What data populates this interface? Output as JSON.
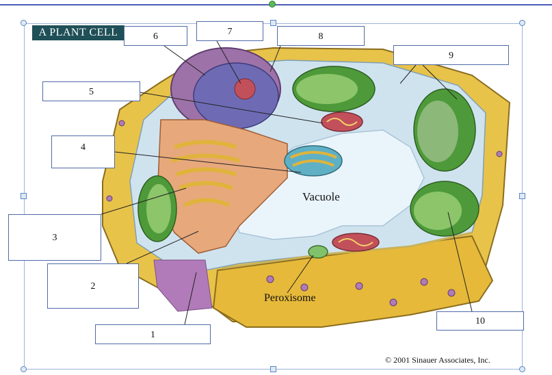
{
  "title": "A PLANT CELL",
  "labels": [
    {
      "id": "1",
      "text": "1"
    },
    {
      "id": "2",
      "text": "2"
    },
    {
      "id": "3",
      "text": "3"
    },
    {
      "id": "4",
      "text": "4"
    },
    {
      "id": "5",
      "text": "5"
    },
    {
      "id": "6",
      "text": "6"
    },
    {
      "id": "7",
      "text": "7"
    },
    {
      "id": "8",
      "text": "8"
    },
    {
      "id": "9",
      "text": "9"
    },
    {
      "id": "10",
      "text": "10"
    }
  ],
  "organelle_labels": {
    "vacuole": "Vacuole",
    "peroxisome": "Peroxisome"
  },
  "copyright": "© 2001 Sinauer Associates, Inc.",
  "colors": {
    "title_bg": "#1f4f57",
    "label_border": "#4f6aa8",
    "selection_frame": "#9bb4d8",
    "cell_wall": "#e8c34a",
    "chloroplast": "#4e9a3a",
    "nucleus": "#6e6bb4",
    "nucleolus": "#c2505a",
    "golgi": "#e0b43c",
    "vacuole": "#eaf4fb",
    "cytoplasm": "#cfe3ef"
  }
}
